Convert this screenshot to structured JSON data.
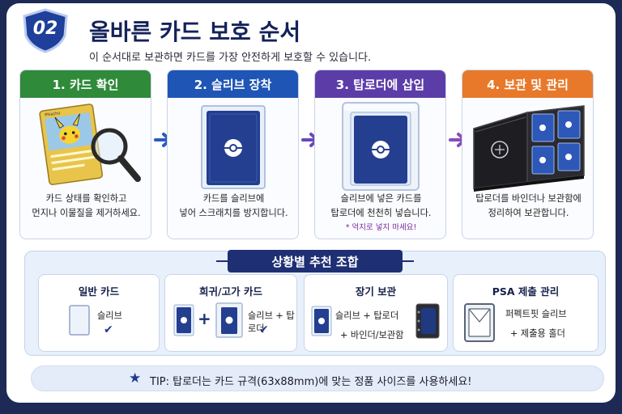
{
  "header": {
    "badge": "02",
    "title": "올바른 카드 보호 순서",
    "subtitle": "이 순서대로 보관하면 카드를 가장 안전하게 보호할 수 있습니다."
  },
  "steps": [
    {
      "title": "1. 카드 확인",
      "color": "#2f8a3a",
      "desc_line1": "카드 상태를 확인하고",
      "desc_line2": "먼지나 이물질을 제거하세요.",
      "card_name": "Pikachu",
      "icon": "magnifier-icon"
    },
    {
      "title": "2. 슬리브 장착",
      "color": "#1f55b5",
      "desc_line1": "카드를 슬리브에",
      "desc_line2": "넣어 스크래치를 방지합니다.",
      "icon": "sleeved-card-icon"
    },
    {
      "title": "3. 탑로더에 삽입",
      "color": "#5c3da8",
      "desc_line1": "슬리브에 넣은 카드를",
      "desc_line2": "탑로더에 천천히 넣습니다.",
      "warning": "* 억지로 넣지 마세요!",
      "icon": "toploader-icon"
    },
    {
      "title": "4. 보관 및 관리",
      "color": "#e8792a",
      "desc_line1": "탑로더를 바인더나 보관함에",
      "desc_line2": "정리하여 보관합니다.",
      "icon": "binder-icon"
    }
  ],
  "recommendations": {
    "title": "상황별 추천 조합",
    "cards": [
      {
        "title": "일반 카드",
        "label": "슬리브",
        "check": "✔"
      },
      {
        "title": "희귀/고가 카드",
        "plus": "+",
        "label": "슬리브 + 탑로더",
        "check": "✔"
      },
      {
        "title": "장기 보관",
        "line1": "슬리브 + 탑로더",
        "line2": "+ 바인더/보관함"
      },
      {
        "title": "PSA 제출 관리",
        "line1": "퍼펙트핏 슬리브",
        "line2": "+ 제출용 홀더"
      }
    ]
  },
  "tip": {
    "star": "★",
    "text": "TIP:  탑로더는 카드 규격(63x88mm)에 맞는 정품 사이즈를 사용하세요!"
  },
  "colors": {
    "navy": "#1e2f73",
    "card_blue": "#243f8f",
    "background": "#1c2a55"
  }
}
